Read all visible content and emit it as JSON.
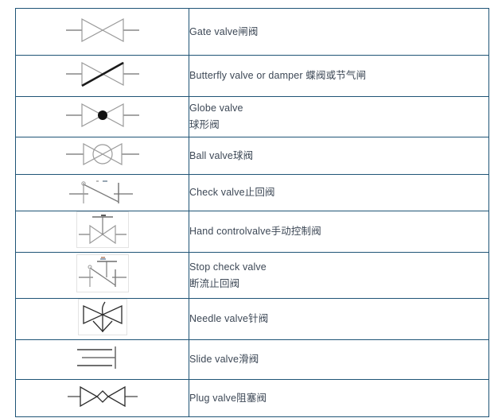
{
  "document": {
    "type": "valve-symbol-legend-table",
    "border_color": "#1f5476",
    "text_color": "#3d4856",
    "symbol_box_color": "#e3e3e3",
    "columns": 2
  },
  "rows": [
    {
      "symbol_name": "gate-valve-symbol",
      "symbol_description": "bowtie with horizontal pipe lines on both sides",
      "lines": [
        "Gate valve闸阀"
      ]
    },
    {
      "symbol_name": "butterfly-valve-symbol",
      "symbol_description": "bowtie with thick dark diagonal disc line",
      "lines": [
        "Butterfly valve or damper 蝶阀或节气闸"
      ]
    },
    {
      "symbol_name": "globe-valve-symbol",
      "symbol_description": "bowtie with filled black circle at center",
      "lines": [
        "Globe valve",
        "球形阀"
      ]
    },
    {
      "symbol_name": "ball-valve-symbol",
      "symbol_description": "bowtie with open circle at center",
      "lines": [
        "Ball valve球阀"
      ]
    },
    {
      "symbol_name": "check-valve-symbol",
      "symbol_description": "two vertical bars with diagonal flapper line and hinge dot",
      "lines": [
        "Check valve止回阀"
      ]
    },
    {
      "symbol_name": "hand-control-valve-symbol",
      "symbol_description": "bowtie with vertical stem and hand wheel bar, inside light box",
      "lines": [
        "Hand controlvalve手动控制阀"
      ]
    },
    {
      "symbol_name": "stop-check-valve-symbol",
      "symbol_description": "check valve with stem and hand wheel bar, inside light box",
      "lines": [
        "Stop check valve",
        "断流止回阀"
      ]
    },
    {
      "symbol_name": "needle-valve-symbol",
      "symbol_description": "bowtie with needle arrow pointing down through center, inside light box",
      "lines": [
        "Needle valve针阀"
      ]
    },
    {
      "symbol_name": "slide-valve-symbol",
      "symbol_description": "two parallel horizontal lines with middle line meeting a vertical bar",
      "lines": [
        "Slide valve滑阀"
      ]
    },
    {
      "symbol_name": "plug-valve-symbol",
      "symbol_description": "bowtie with small diamond plug at center",
      "lines": [
        "Plug valve阻塞阀"
      ]
    }
  ]
}
